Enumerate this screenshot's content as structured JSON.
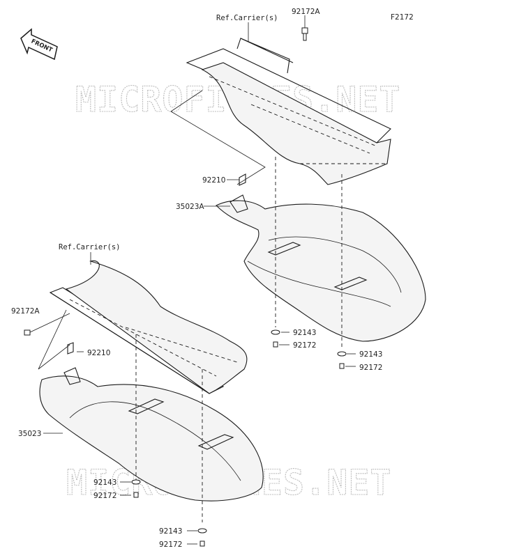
{
  "diagram": {
    "code": "F2172",
    "front_label": "FRONT",
    "watermark": "MICROFICHES.NET",
    "labels": {
      "ref_carrier_top": "Ref.Carrier(s)",
      "ref_carrier_bottom": "Ref.Carrier(s)",
      "p92172A_top": "92172A",
      "p92172A_left": "92172A",
      "p92210_top": "92210",
      "p92210_bottom": "92210",
      "p35023A": "35023A",
      "p35023": "35023",
      "p92143_a": "92143",
      "p92172_a": "92172",
      "p92143_b": "92143",
      "p92172_b": "92172",
      "p92143_c": "92143",
      "p92172_c": "92172",
      "p92143_d": "92143",
      "p92172_d": "92172"
    }
  }
}
